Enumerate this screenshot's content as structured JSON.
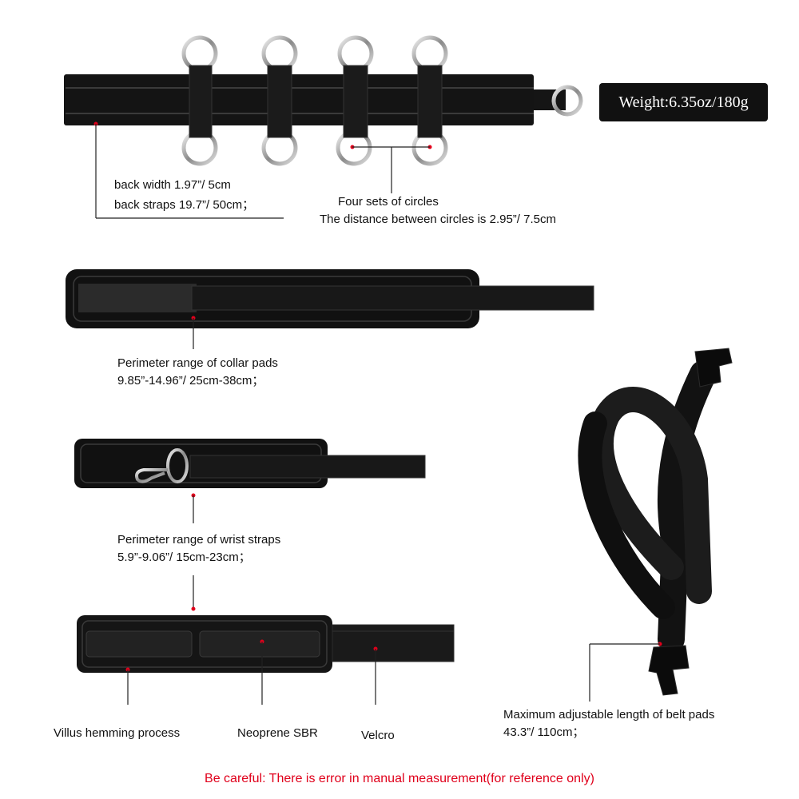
{
  "weight_badge": "Weight:6.35oz/180g",
  "back": {
    "line1": "back width 1.97”/ 5cm",
    "line2": "back straps 19.7”/ 50cm；"
  },
  "circles": {
    "line1": "Four sets of circles",
    "line2": "The distance between circles is 2.95”/ 7.5cm"
  },
  "collar": {
    "line1": "Perimeter range of collar pads",
    "line2": "9.85”-14.96”/ 25cm-38cm；"
  },
  "wrist": {
    "line1": "Perimeter range of wrist straps",
    "line2": "5.9”-9.06”/ 15cm-23cm；"
  },
  "parts": {
    "villus": "Villus hemming process",
    "neoprene": "Neoprene SBR",
    "velcro": "Velcro"
  },
  "belt": {
    "line1": "Maximum adjustable length of belt pads",
    "line2": "43.3”/ 110cm；"
  },
  "disclaimer": "Be careful: There is error in manual measurement(for reference only)",
  "colors": {
    "accent_red": "#e0001b",
    "product_black": "#111111",
    "ring_silver": "#c9c9c9"
  }
}
